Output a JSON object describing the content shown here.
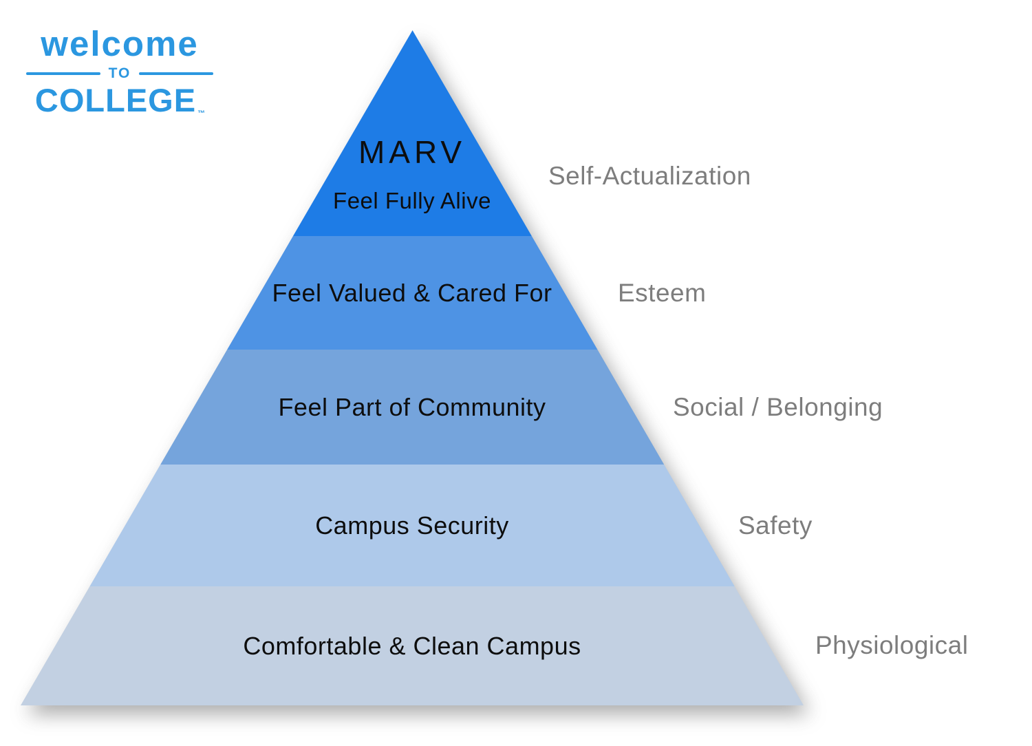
{
  "logo": {
    "line1": "welcome",
    "line2": "TO",
    "line3": "COLLEGE",
    "trademark": "™",
    "color": "#2B97E0"
  },
  "pyramid": {
    "type": "pyramid-hierarchy",
    "theme": "Maslow's hierarchy of needs applied to college campus experience",
    "text_color": "#0d0d0d",
    "side_label_color": "#7D7D7D",
    "levels": [
      {
        "rank": 1,
        "title": "MARV",
        "subtitle": "Feel Fully Alive",
        "side_label": "Self-Actualization",
        "color": "#1E7CE6"
      },
      {
        "rank": 2,
        "title": "Feel Valued & Cared For",
        "subtitle": "",
        "side_label": "Esteem",
        "color": "#4E93E4"
      },
      {
        "rank": 3,
        "title": "Feel Part of Community",
        "subtitle": "",
        "side_label": "Social / Belonging",
        "color": "#75A4DC"
      },
      {
        "rank": 4,
        "title": "Campus Security",
        "subtitle": "",
        "side_label": "Safety",
        "color": "#AEC9EA"
      },
      {
        "rank": 5,
        "title": "Comfortable & Clean Campus",
        "subtitle": "",
        "side_label": "Physiological",
        "color": "#C2D0E2"
      }
    ]
  }
}
